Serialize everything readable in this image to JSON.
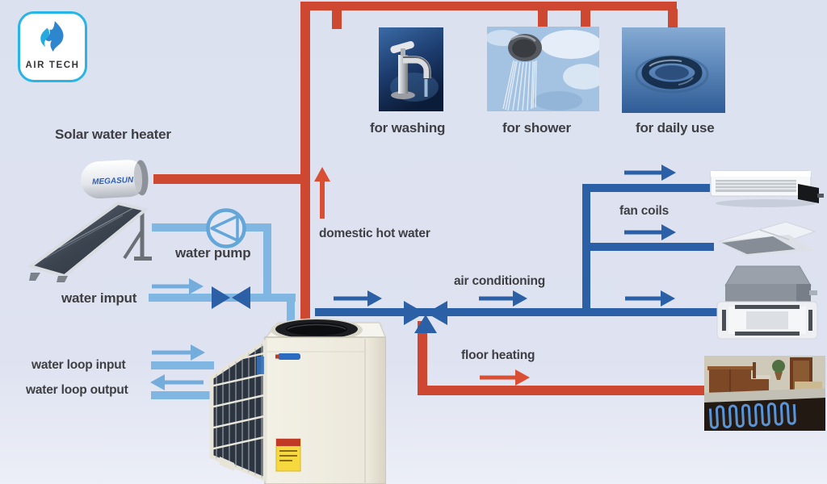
{
  "logo": {
    "brand": "AIR TECH"
  },
  "labels": {
    "solar_water_heater": "Solar water heater",
    "for_washing": "for washing",
    "for_shower": "for shower",
    "for_daily_use": "for daily use",
    "domestic_hot_water": "domestic hot water",
    "water_pump": "water pump",
    "water_imput": "water imput",
    "water_loop_input": "water loop input",
    "water_loop_output": "water loop output",
    "air_conditioning": "air conditioning",
    "fan_coils": "fan coils",
    "floor_heating": "floor heating"
  },
  "equipment": {
    "tank_brand": "MEGASUN"
  },
  "colors": {
    "background": "#dfe3f1",
    "hot_pipe": "#cd4731",
    "hot_arrow": "#d94f33",
    "chilled_pipe": "#2b60a6",
    "solar_pipe": "#7fb6e2",
    "solar_arrow": "#74acdc",
    "text": "#3e3f43",
    "logo_cyan": "#27b5e6"
  }
}
